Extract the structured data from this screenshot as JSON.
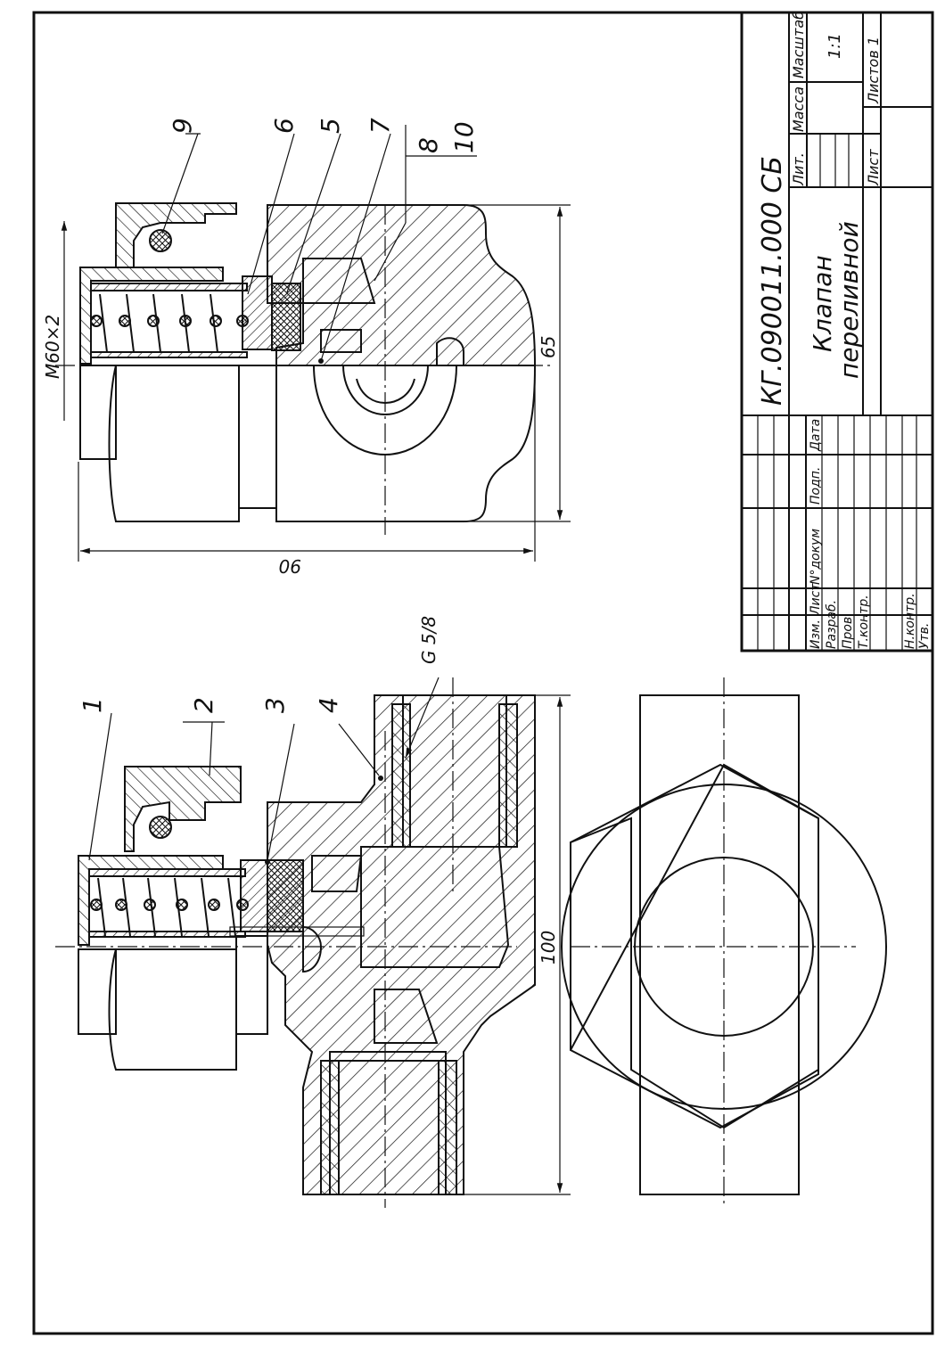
{
  "title_block": {
    "doc_code": "КГ.090011.000 СБ",
    "name_line1": "Клапан",
    "name_line2": "переливной",
    "lit_label": "Лит.",
    "mass_label": "Масса",
    "scale_label": "Масштаб",
    "scale_value": "1:1",
    "sheet_label": "Лист",
    "sheets_label": "Листов 1",
    "col_izm": "Изм.",
    "col_list": "Лист",
    "col_doc": "N°докум",
    "col_sign": "Подп.",
    "col_date": "Дата",
    "row_razrab": "Разраб.",
    "row_prov": "Пров.",
    "row_tkontr": "Т.контр.",
    "row_nkontr": "Н.контр.",
    "row_utv": "Утв."
  },
  "part_numbers_left": [
    "1",
    "2",
    "3",
    "4"
  ],
  "part_numbers_right": [
    "9",
    "6",
    "5",
    "7",
    "8",
    "10"
  ],
  "dimensions": {
    "thread_pipe": "G 5/8",
    "length_100": "100",
    "thread_nut": "M60×2",
    "height_65": "65",
    "width_90": "90"
  }
}
